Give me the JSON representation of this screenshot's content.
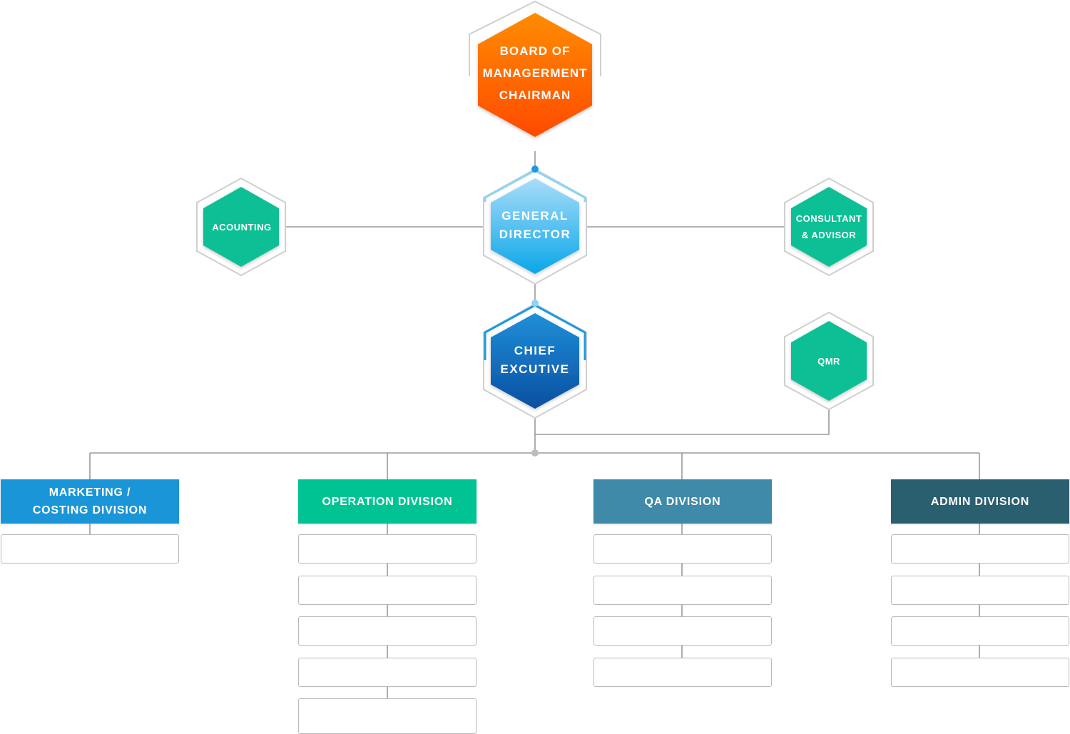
{
  "top": {
    "label_lines": [
      "BOARD OF",
      "MANAGERMENT",
      "CHAIRMAN"
    ],
    "gradient": [
      "#ff8c00",
      "#ff4a00"
    ]
  },
  "general_director": {
    "label_lines": [
      "GENERAL",
      "DIRECTOR"
    ],
    "gradient": [
      "#a8ddf8",
      "#0aa6ea"
    ]
  },
  "chief_executive": {
    "label_lines": [
      "CHIEF",
      "EXCUTIVE"
    ],
    "gradient": [
      "#1f8fd9",
      "#0a4fa0"
    ]
  },
  "side_nodes": {
    "accounting": {
      "label_lines": [
        "ACOUNTING"
      ]
    },
    "consultant": {
      "label_lines": [
        "CONSULTANT",
        "& ADVISOR"
      ]
    },
    "qmr": {
      "label_lines": [
        "QMR"
      ]
    },
    "color": "#0abf94"
  },
  "divisions": [
    {
      "label_lines": [
        "MARKETING /",
        "COSTING DIVISION"
      ],
      "color": "#1a96d8",
      "sub_count": 1
    },
    {
      "label_lines": [
        "OPERATION DIVISION"
      ],
      "color": "#00c393",
      "sub_count": 5
    },
    {
      "label_lines": [
        "QA DIVISION"
      ],
      "color": "#3e8aa8",
      "sub_count": 4
    },
    {
      "label_lines": [
        "ADMIN DIVISION"
      ],
      "color": "#2a5f70",
      "sub_count": 4
    }
  ],
  "colors": {
    "connector": "#9a9a9a",
    "outline": "#cfcfcf",
    "dot_blue": "#1a9be0",
    "dot_light": "#8fd3f5",
    "dot_grey": "#bdbdbd"
  }
}
